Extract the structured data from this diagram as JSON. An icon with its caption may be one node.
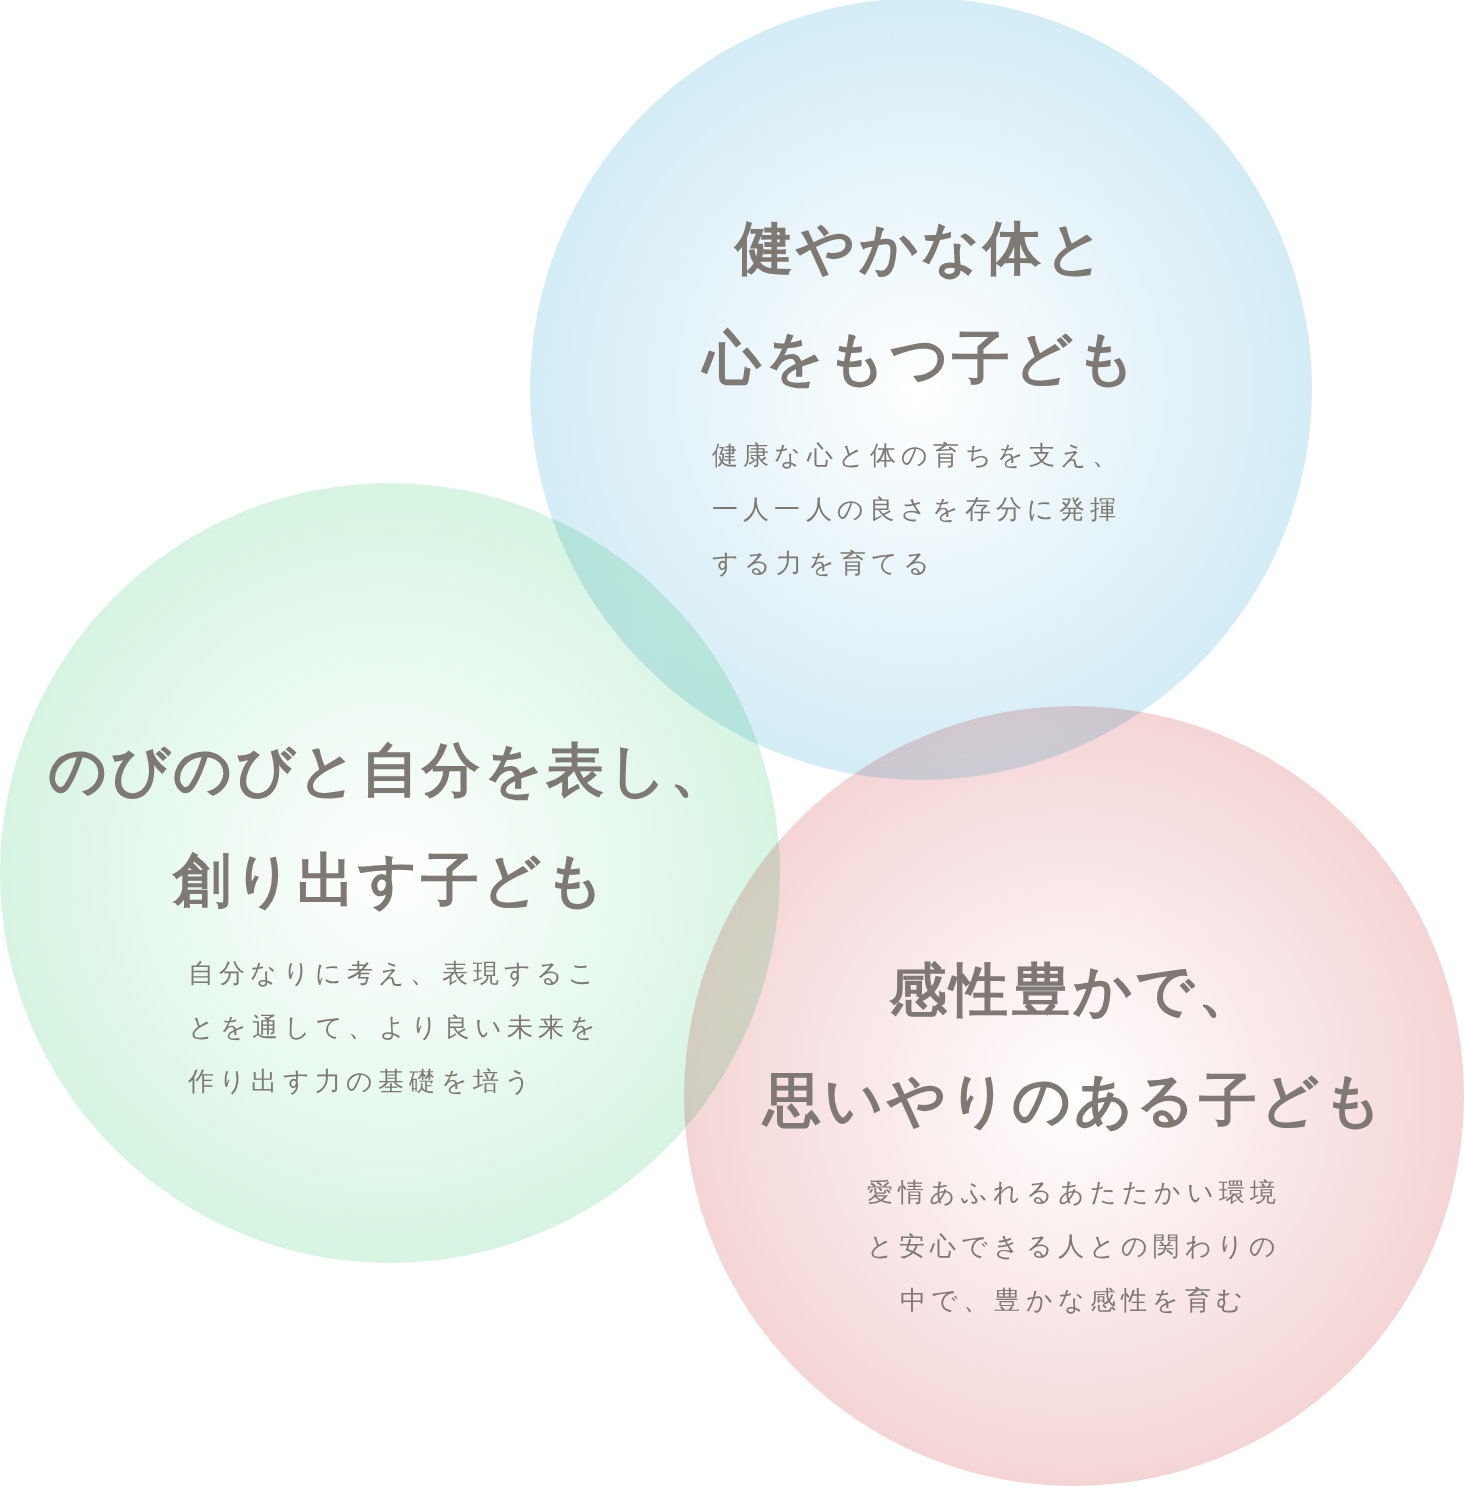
{
  "diagram": {
    "nodes": [
      {
        "text": [
          "健やかな体と心をもつ子ども",
          "健康な心と体の育ちを支え、一人一人の良さを存分に発揮する力を育てる"
        ]
      },
      {
        "text": [
          "のびのびと自分を表し、創り出す子ども",
          "自分なりに考え、表現することを通して、より良い未来を作り出す力の基礎を培う"
        ]
      },
      {
        "text": [
          "感性豊かで、思いやりのある子ども",
          "愛情あふれるあたたかい環境と安心できる人との関わりの中で、豊かな感性を育む"
        ]
      }
    ]
  }
}
